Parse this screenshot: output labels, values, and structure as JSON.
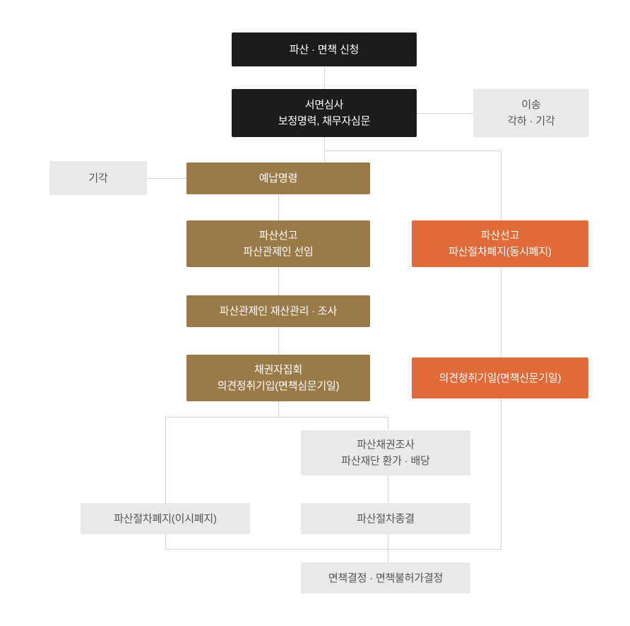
{
  "colors": {
    "black": "#1c1c1c",
    "brown": "#9b7a4a",
    "orange": "#e06a3a",
    "gray": "#e9e9e9",
    "line": "#d6d6d6",
    "text_dark": "#555558",
    "text_light": "#ffffff"
  },
  "nodes": {
    "apply": {
      "label": "파산 · 면책 신청"
    },
    "review": {
      "label": "서면심사\n보정명력, 채무자심문"
    },
    "transfer": {
      "label": "이송\n각하 · 기각"
    },
    "dismiss": {
      "label": "기각"
    },
    "deposit": {
      "label": "예납명령"
    },
    "declare_trustee": {
      "label": "파산선고\n파산관제인 선임"
    },
    "declare_simul": {
      "label": "파산선고\n파산절차폐지(동시폐지)"
    },
    "asset_mgmt": {
      "label": "파산관제인 재산관리 · 조사"
    },
    "creditors": {
      "label": "채권자집회\n의견정취기입(면책심문기일)"
    },
    "hearing": {
      "label": "의견청취기일(면책신문기일)"
    },
    "claims": {
      "label": "파산채권조사\n파산재단 환가 · 배당"
    },
    "abolition": {
      "label": "파산절차폐지(이시폐지)"
    },
    "closure": {
      "label": "파산절차종결"
    },
    "discharge": {
      "label": "면책결정 · 면책불허가결정"
    }
  }
}
